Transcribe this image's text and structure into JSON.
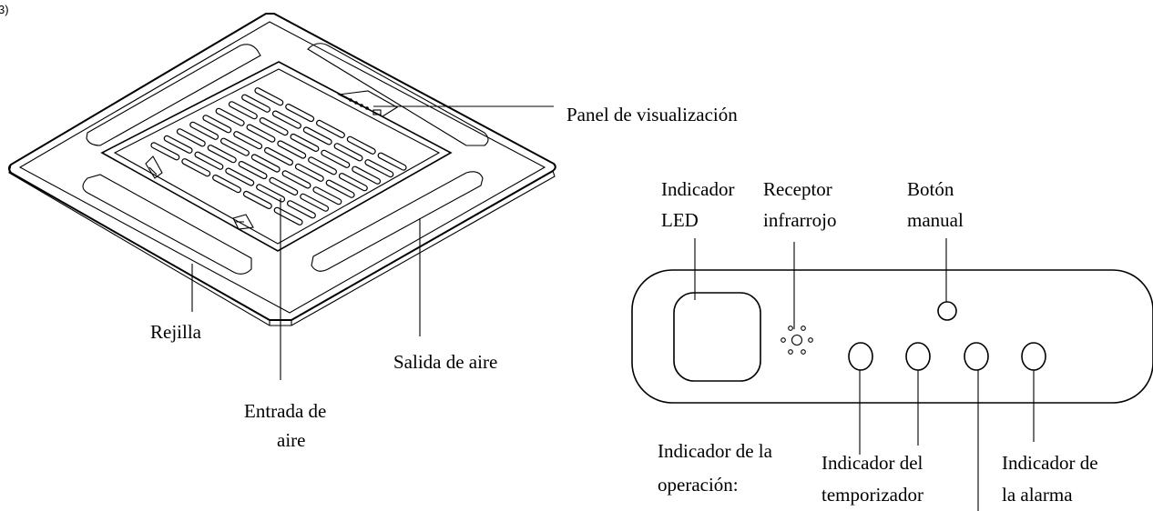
{
  "figure": {
    "corner_label": "3)",
    "labels": {
      "display_panel": "Panel de visualización",
      "grille": "Rejilla",
      "air_outlet": "Salida de aire",
      "air_inlet_line1": "Entrada de",
      "air_inlet_line2": "aire",
      "led_indicator_line1": "Indicador",
      "led_indicator_line2": "LED",
      "ir_receiver_line1": "Receptor",
      "ir_receiver_line2": "infrarrojo",
      "manual_button_line1": "Botón",
      "manual_button_line2": "manual",
      "operation_indicator_line1": "Indicador de la",
      "operation_indicator_line2": "operación:",
      "timer_indicator_line1": "Indicador del",
      "timer_indicator_line2": "temporizador",
      "alarm_indicator_line1": "Indicador de",
      "alarm_indicator_line2": "la alarma"
    }
  }
}
